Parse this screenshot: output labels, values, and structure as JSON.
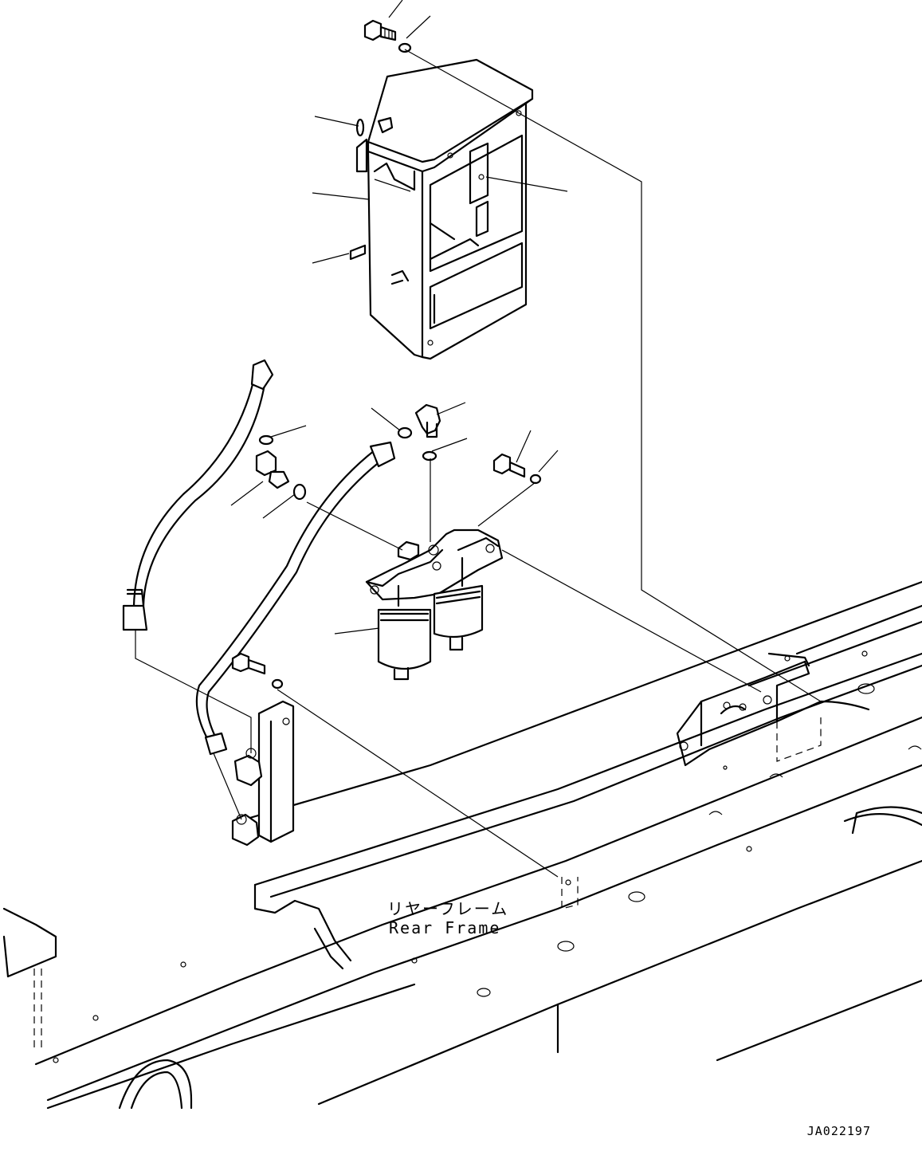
{
  "diagram": {
    "frame_label_jp": "リヤーフレーム",
    "frame_label_en": "Rear Frame",
    "drawing_id": "JA022197"
  },
  "colors": {
    "line": "#000000",
    "background": "#ffffff"
  }
}
